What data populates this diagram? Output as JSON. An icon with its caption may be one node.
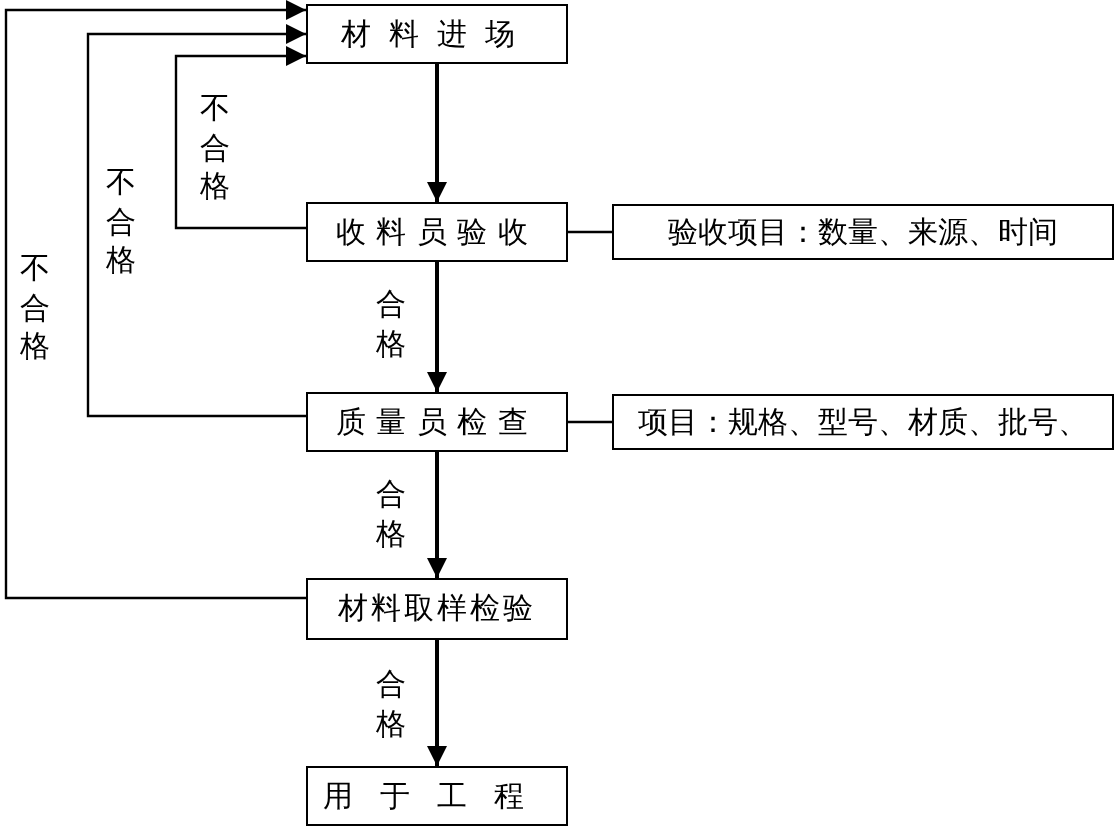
{
  "diagram": {
    "nodes": [
      {
        "text": [
          "材料进场"
        ]
      },
      {
        "text": [
          "收料员验收"
        ]
      },
      {
        "text": [
          "验收项目：数量、来源、时间"
        ]
      },
      {
        "text": [
          "质量员检查"
        ]
      },
      {
        "text": [
          "项目：规格、型号、材质、批号、"
        ]
      },
      {
        "text": [
          "材料取样检验"
        ]
      },
      {
        "text": [
          "用于工程"
        ]
      }
    ],
    "edges": [
      {
        "from": 0,
        "to": 1,
        "arrow": "to"
      },
      {
        "from": 1,
        "to": 3,
        "arrow": "to",
        "label": "合格"
      },
      {
        "from": 3,
        "to": 5,
        "arrow": "to",
        "label": "合格"
      },
      {
        "from": 5,
        "to": 6,
        "arrow": "to",
        "label": "合格"
      },
      {
        "from": 1,
        "to": 0,
        "arrow": "to",
        "label": "不合格"
      },
      {
        "from": 3,
        "to": 0,
        "arrow": "to",
        "label": "不合格"
      },
      {
        "from": 5,
        "to": 0,
        "arrow": "to",
        "label": "不合格"
      },
      {
        "from": 1,
        "to": 2,
        "arrow": "none"
      },
      {
        "from": 3,
        "to": 4,
        "arrow": "none"
      }
    ]
  }
}
